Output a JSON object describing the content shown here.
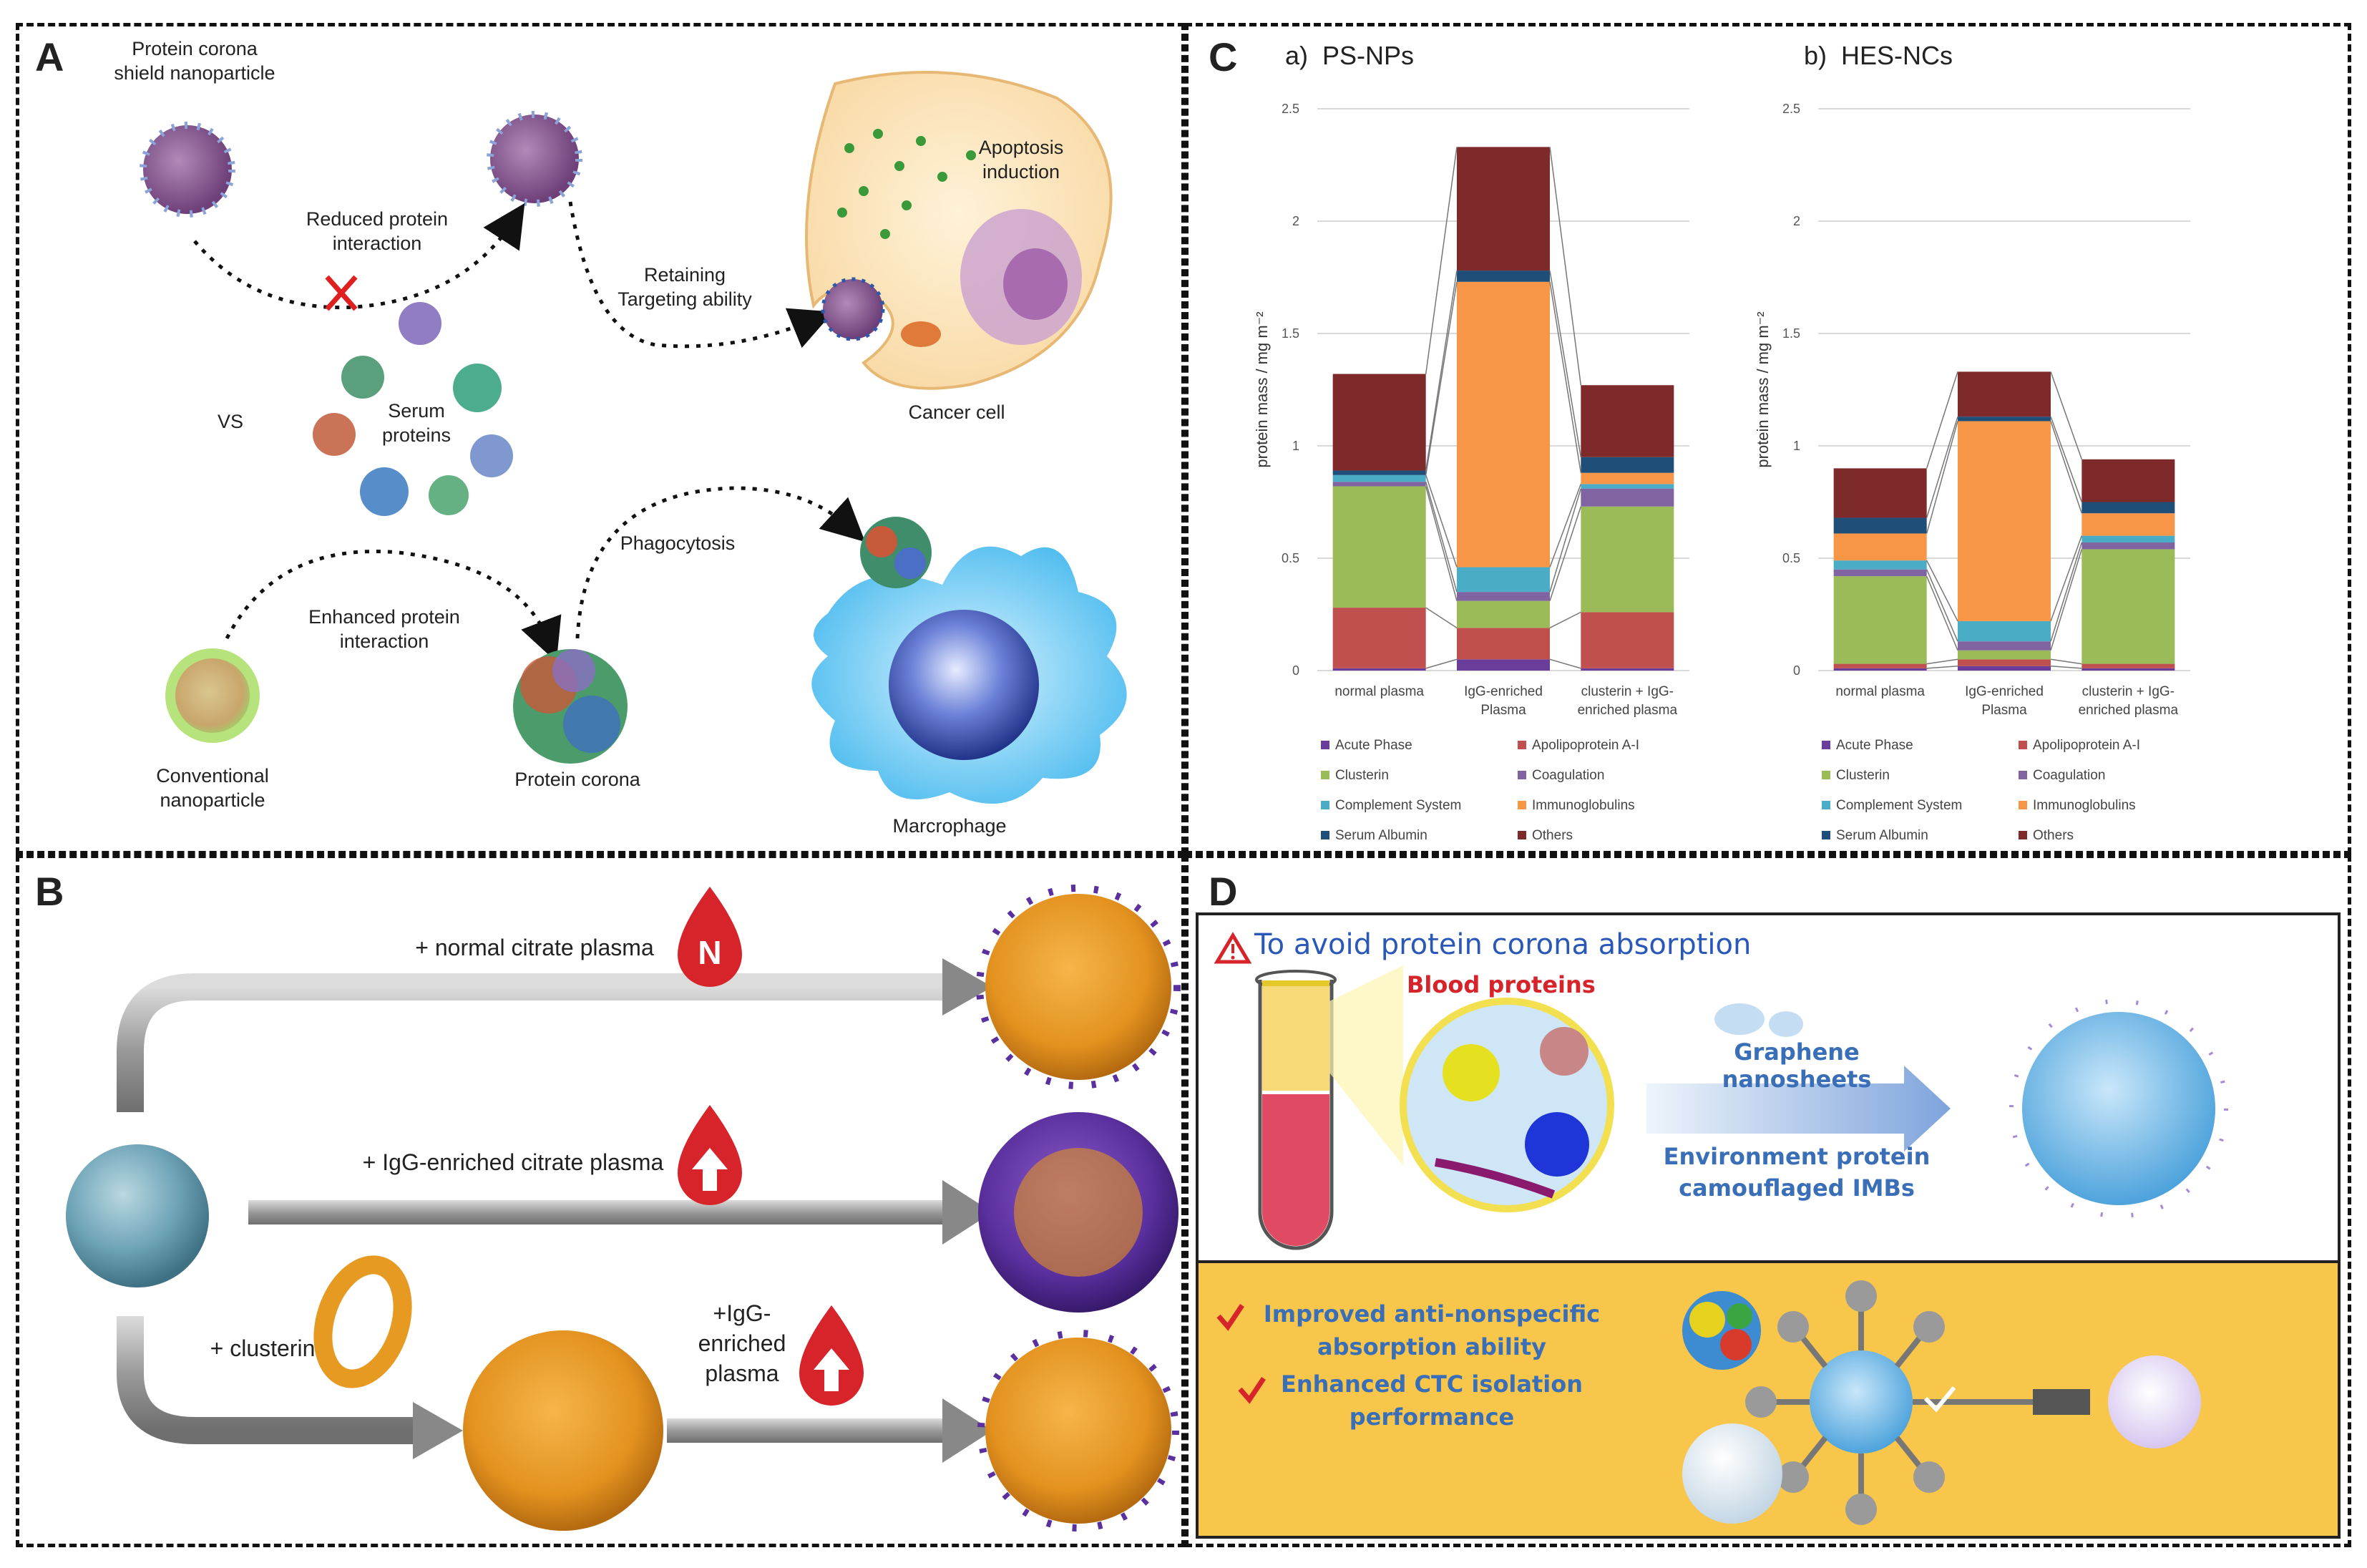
{
  "panel_a": {
    "label": "A",
    "shield_title": "Protein corona\nshield nanoparticle",
    "reduced": "Reduced protein\ninteraction",
    "retaining": "Retaining\nTargeting ability",
    "apoptosis": "Apoptosis\ninduction",
    "cancer_cell": "Cancer cell",
    "vs": "VS",
    "serum": "Serum\nproteins",
    "phagocytosis": "Phagocytosis",
    "enhanced": "Enhanced protein\ninteraction",
    "conventional": "Conventional\nnanoparticle",
    "corona": "Protein corona",
    "macrophage": "Marcrophage"
  },
  "panel_b": {
    "label": "B",
    "normal": "+ normal citrate plasma",
    "igg": "+ IgG-enriched citrate plasma",
    "clusterin": "+ clusterin",
    "igg2": "+IgG-\nenriched\nplasma",
    "drop_n": "N"
  },
  "panel_c": {
    "label": "C",
    "colors": {
      "Acute Phase": "#6a3d9a",
      "Apolipoprotein A-I": "#c0504d",
      "Clusterin": "#9bbb59",
      "Coagulation": "#8064a2",
      "Complement System": "#4bacc6",
      "Immunoglobulins": "#f79646",
      "Serum Albumin": "#1f4e79",
      "Others": "#7f2a2a"
    },
    "legend": [
      "Acute Phase",
      "Apolipoprotein A-I",
      "Clusterin",
      "Coagulation",
      "Complement System",
      "Immunoglobulins",
      "Serum Albumin",
      "Others"
    ]
  },
  "chart_data": [
    {
      "type": "bar",
      "stacked": true,
      "title": "a)  PS-NPs",
      "ylabel": "protein mass / mg m⁻²",
      "ylim": [
        0,
        2.5
      ],
      "yticks": [
        "0",
        "0.5",
        "1",
        "1.5",
        "2",
        "2.5"
      ],
      "categories": [
        "normal plasma",
        "IgG-enriched\nPlasma",
        "clusterin + IgG-\nenriched plasma"
      ],
      "series": [
        {
          "name": "Acute Phase",
          "values": [
            0.01,
            0.05,
            0.01
          ]
        },
        {
          "name": "Apolipoprotein A-I",
          "values": [
            0.27,
            0.14,
            0.25
          ]
        },
        {
          "name": "Clusterin",
          "values": [
            0.54,
            0.12,
            0.47
          ]
        },
        {
          "name": "Coagulation",
          "values": [
            0.02,
            0.04,
            0.08
          ]
        },
        {
          "name": "Complement System",
          "values": [
            0.03,
            0.11,
            0.02
          ]
        },
        {
          "name": "Immunoglobulins",
          "values": [
            0.0,
            1.27,
            0.05
          ]
        },
        {
          "name": "Serum Albumin",
          "values": [
            0.02,
            0.05,
            0.07
          ]
        },
        {
          "name": "Others",
          "values": [
            0.43,
            0.55,
            0.32
          ]
        }
      ],
      "grid": true,
      "legend_position": "bottom"
    },
    {
      "type": "bar",
      "stacked": true,
      "title": "b)  HES-NCs",
      "ylabel": "protein mass / mg m⁻²",
      "ylim": [
        0,
        2.5
      ],
      "yticks": [
        "0",
        "0.5",
        "1",
        "1.5",
        "2",
        "2.5"
      ],
      "categories": [
        "normal plasma",
        "IgG-enriched\nPlasma",
        "clusterin + IgG-\nenriched plasma"
      ],
      "series": [
        {
          "name": "Acute Phase",
          "values": [
            0.01,
            0.02,
            0.01
          ]
        },
        {
          "name": "Apolipoprotein A-I",
          "values": [
            0.02,
            0.03,
            0.02
          ]
        },
        {
          "name": "Clusterin",
          "values": [
            0.39,
            0.04,
            0.51
          ]
        },
        {
          "name": "Coagulation",
          "values": [
            0.03,
            0.04,
            0.03
          ]
        },
        {
          "name": "Complement System",
          "values": [
            0.04,
            0.09,
            0.03
          ]
        },
        {
          "name": "Immunoglobulins",
          "values": [
            0.12,
            0.89,
            0.1
          ]
        },
        {
          "name": "Serum Albumin",
          "values": [
            0.07,
            0.02,
            0.05
          ]
        },
        {
          "name": "Others",
          "values": [
            0.22,
            0.2,
            0.19
          ]
        }
      ],
      "grid": true,
      "legend_position": "bottom"
    }
  ],
  "panel_d": {
    "label": "D",
    "headline": "To avoid protein corona absorption",
    "blood": "Blood proteins",
    "graphene": "Graphene nanosheets",
    "env": "Environment  protein\ncamouflaged IMBs",
    "benefit1": "Improved anti-nonspecific\nabsorption ability",
    "benefit2": "Enhanced CTC isolation\nperformance"
  }
}
